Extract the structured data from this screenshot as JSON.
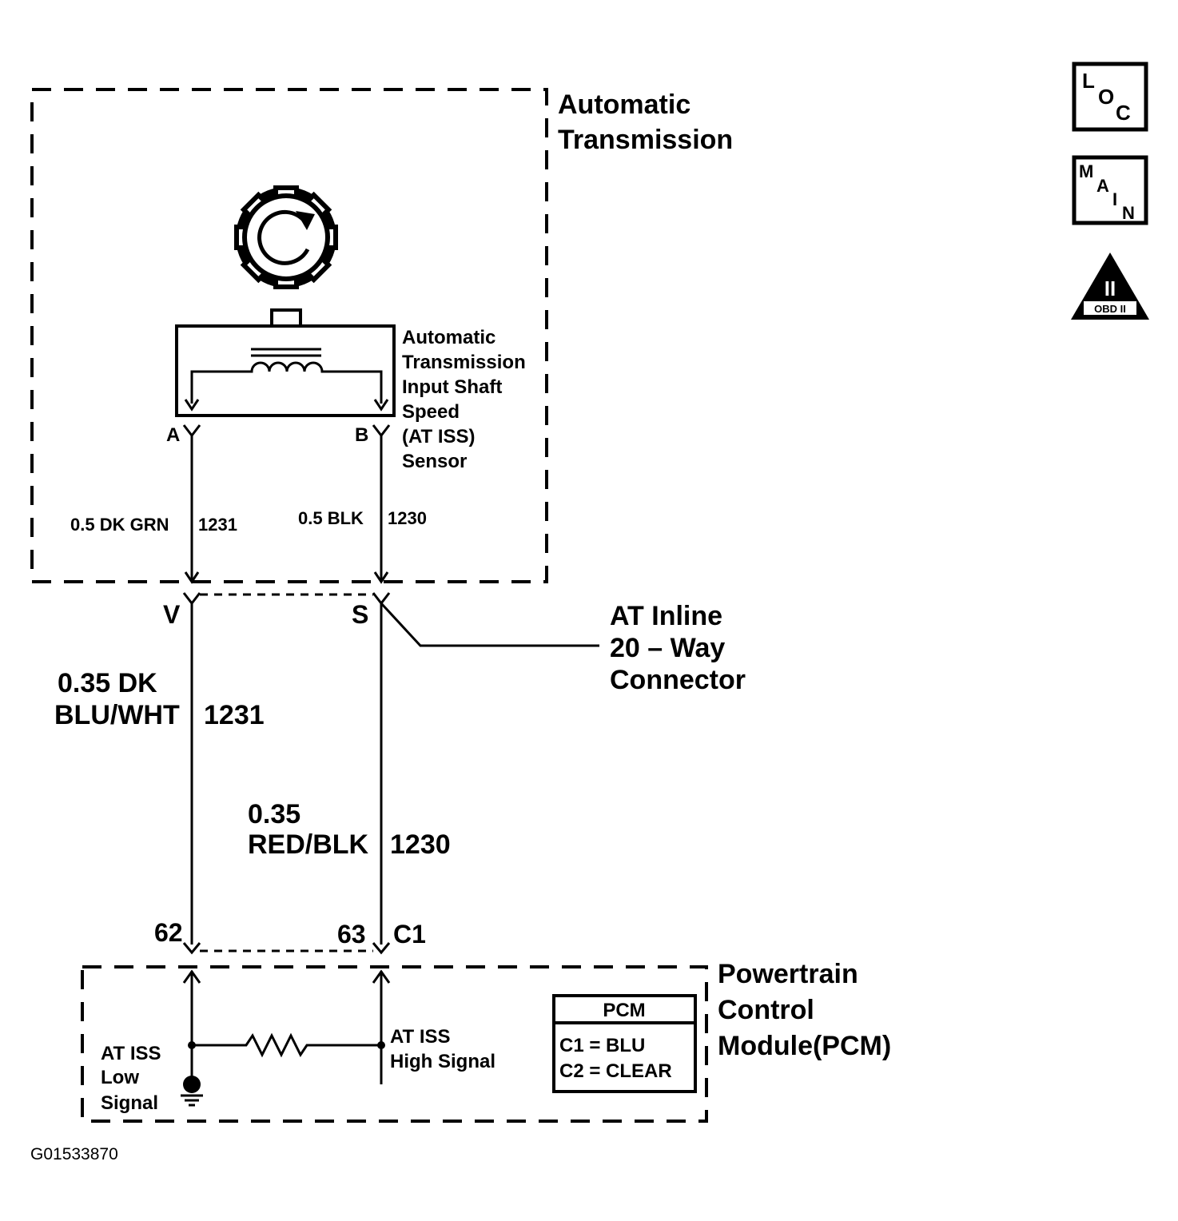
{
  "transmission": {
    "title_line1": "Automatic",
    "title_line2": "Transmission"
  },
  "sensor": {
    "line1": "Automatic",
    "line2": "Transmission",
    "line3": "Input Shaft",
    "line4": "Speed",
    "line5": "(AT ISS)",
    "line6": "Sensor",
    "pin_a": "A",
    "pin_b": "B"
  },
  "wires_upper": {
    "left": "0.5 DK GRN",
    "left_circuit": "1231",
    "right": "0.5 BLK",
    "right_circuit": "1230"
  },
  "connector": {
    "pin_v": "V",
    "pin_s": "S",
    "line1": "AT Inline",
    "line2": "20 – Way",
    "line3": "Connector"
  },
  "wires_lower": {
    "left_line1": "0.35 DK",
    "left_line2": "BLU/WHT",
    "left_circuit": "1231",
    "right_line1": "0.35",
    "right_line2": "RED/BLK",
    "right_circuit": "1230"
  },
  "pcm_pins": {
    "pin_62": "62",
    "pin_63": "63",
    "connector_c1": "C1"
  },
  "pcm": {
    "title_line1": "Powertrain",
    "title_line2": "Control",
    "title_line3": "Module(PCM)",
    "low_line1": "AT ISS",
    "low_line2": "Low",
    "low_line3": "Signal",
    "high_line1": "AT ISS",
    "high_line2": "High Signal",
    "legend_title": "PCM",
    "legend_c1": "C1 = BLU",
    "legend_c2": "C2 = CLEAR"
  },
  "icons": {
    "loc": [
      "L",
      "O",
      "C"
    ],
    "main": [
      "M",
      "A",
      "I",
      "N"
    ],
    "obd_roman": "II",
    "obd_text": "OBD II"
  },
  "figure_id": "G01533870"
}
